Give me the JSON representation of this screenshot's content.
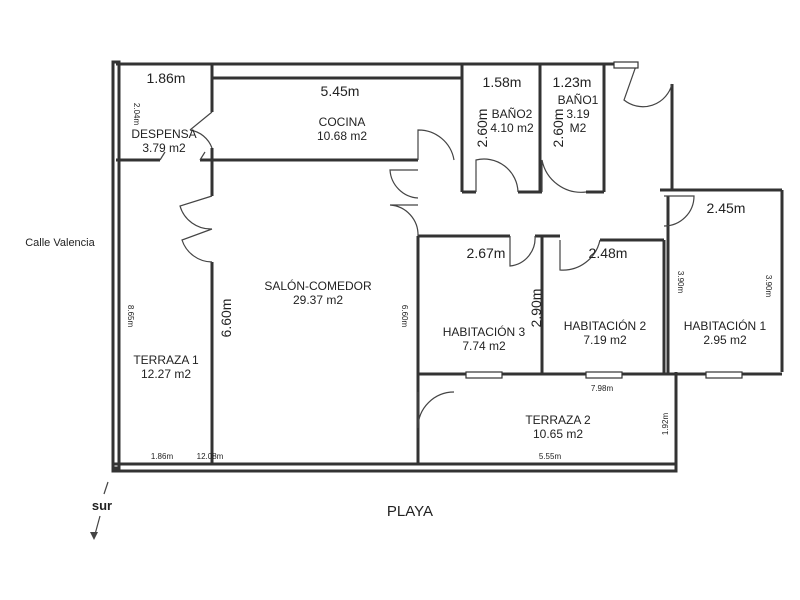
{
  "rooms": {
    "despensa": {
      "name": "DESPENSA",
      "area": "3.79 m2"
    },
    "cocina": {
      "name": "COCINA",
      "area": "10.68 m2"
    },
    "bano2": {
      "name": "BAÑO2",
      "area": "4.10 m2"
    },
    "bano1": {
      "name": "BAÑO1",
      "area_line1": "3.19",
      "area_line2": "M2"
    },
    "salon": {
      "name": "SALÓN-COMEDOR",
      "area": "29.37 m2"
    },
    "terraza1": {
      "name": "TERRAZA 1",
      "area": "12.27 m2"
    },
    "hab3": {
      "name": "HABITACIÓN 3",
      "area": "7.74 m2"
    },
    "hab2": {
      "name": "HABITACIÓN 2",
      "area": "7.19 m2"
    },
    "hab1": {
      "name": "HABITACIÓN 1",
      "area": "2.95 m2"
    },
    "terraza2": {
      "name": "TERRAZA 2",
      "area": "10.65 m2"
    }
  },
  "dimensions": {
    "despensa_w": "1.86m",
    "despensa_h": "2.04m",
    "cocina_w": "5.45m",
    "bano2_w": "1.58m",
    "bano2_h": "2.60m",
    "bano1_w": "1.23m",
    "bano1_h": "2.60m",
    "hab1_w": "2.45m",
    "hab3_w": "2.67m",
    "hab2_w": "2.48m",
    "hab3_h": "2.90m",
    "salon_h": "6.60m",
    "salon_h_small": "6.60m",
    "terraza1_h": "8.65m",
    "hab1_h_left": "3.90m",
    "hab1_h_right": "3.90m",
    "total_w": "7.98m",
    "terraza2_h": "1.92m",
    "bottom_left": "1.86m",
    "bottom_mid": "12.08m",
    "bottom_right": "5.55m"
  },
  "labels": {
    "street": "Calle Valencia",
    "beach": "PLAYA",
    "south": "sur"
  }
}
